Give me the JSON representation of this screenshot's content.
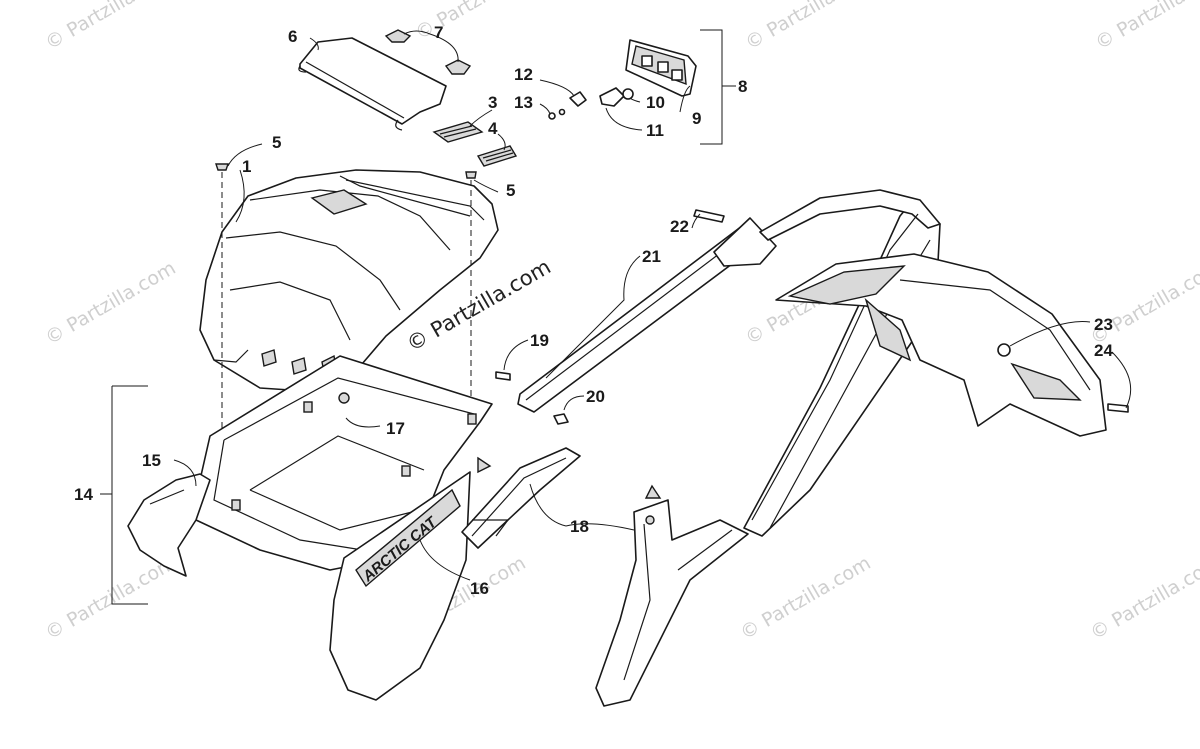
{
  "watermark": "© Partzilla.com",
  "brand_decal": "ARCTIC CAT",
  "callouts": {
    "c1": "1",
    "c3": "3",
    "c4": "4",
    "c5a": "5",
    "c5b": "5",
    "c6": "6",
    "c7": "7",
    "c8": "8",
    "c9": "9",
    "c10": "10",
    "c11": "11",
    "c12": "12",
    "c13": "13",
    "c14": "14",
    "c15": "15",
    "c16": "16",
    "c17": "17",
    "c18": "18",
    "c19": "19",
    "c20": "20",
    "c21": "21",
    "c22": "22",
    "c23": "23",
    "c24": "24"
  }
}
